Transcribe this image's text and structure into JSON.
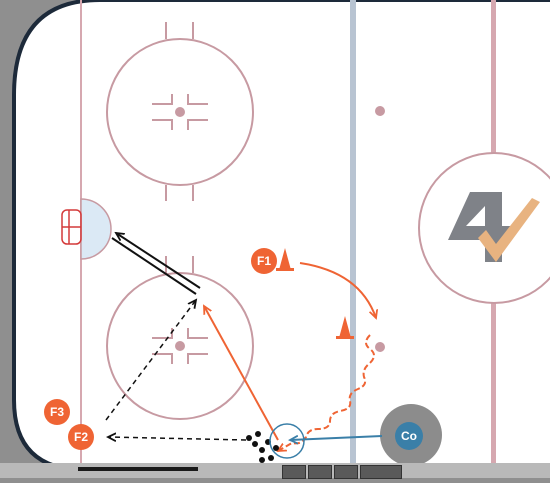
{
  "logo": {
    "glyph": "4",
    "icon": "checkmark-icon",
    "colors": {
      "digit": "#7f8288",
      "check": "#e8b380"
    }
  },
  "markers": [
    {
      "id": "F1",
      "label": "F1",
      "color": "#ef6434"
    },
    {
      "id": "F2",
      "label": "F2",
      "color": "#ef6434"
    },
    {
      "id": "F3",
      "label": "F3",
      "color": "#ef6434"
    },
    {
      "id": "Co",
      "label": "Co",
      "color": "#3a7fa8"
    }
  ],
  "colors": {
    "board": "#1d2a3a",
    "ice": "#ffffff",
    "red_line": "#d6a8b0",
    "blue_line": "#b8c4d2",
    "circle": "#c79aa2",
    "crease": "#dbe9f5",
    "net": "#d43a3a",
    "skate_path": "#ef6434",
    "pass": "#111111",
    "coach_pass": "#3a7fa8",
    "cone": "#ef6434"
  }
}
